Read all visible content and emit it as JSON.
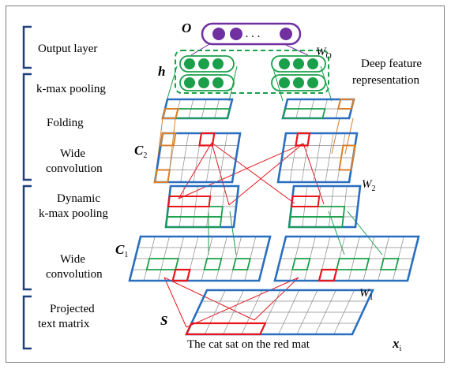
{
  "layers": {
    "output": "Output layer",
    "kmax": "k-max pooling",
    "folding": "Folding",
    "wide_conv_top": [
      "Wide",
      "convolution"
    ],
    "dynamic_kmax": [
      "Dynamic",
      "k-max pooling"
    ],
    "wide_conv_bottom": [
      "Wide",
      "convolution"
    ],
    "projected": [
      "Projected",
      "text matrix"
    ]
  },
  "annotations": {
    "deep_feature": [
      "Deep feature",
      "representation"
    ],
    "sentence": "The cat sat on the red mat",
    "ellipsis": ". . ."
  },
  "variables": {
    "O": "O",
    "h": "h",
    "C2": {
      "base": "C",
      "sub": "2"
    },
    "C1": {
      "base": "C",
      "sub": "1"
    },
    "S": "S",
    "WO": {
      "base": "W",
      "sub": "O"
    },
    "W2": {
      "base": "W",
      "sub": "2"
    },
    "W1": {
      "base": "W",
      "sub": "1"
    },
    "xi": {
      "base": "x",
      "sub": "i"
    }
  },
  "colors": {
    "grid": "#2a6fbf",
    "green": "#1aa04a",
    "red": "#e8151b",
    "orange": "#d8802e",
    "purple": "#7030a0",
    "bracket": "#1f3f7f"
  }
}
